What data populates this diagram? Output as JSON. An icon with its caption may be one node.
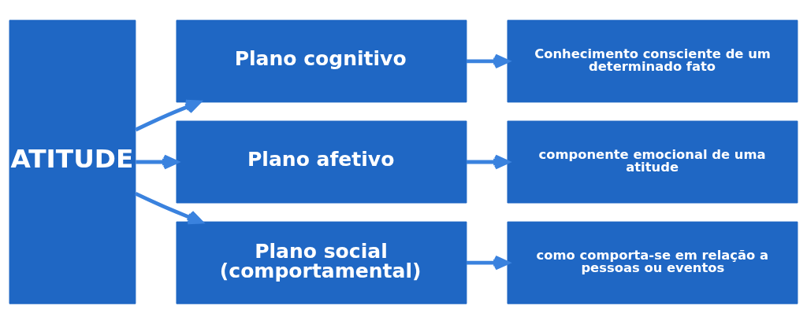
{
  "diagram": {
    "nodes": [
      {
        "text": [
          "ATITUDE"
        ]
      },
      {
        "text": [
          "Plano cognitivo"
        ]
      },
      {
        "text": [
          "Plano afetivo"
        ]
      },
      {
        "text": [
          "Plano social (comportamental)"
        ]
      },
      {
        "text": [
          "Conhecimento consciente de um determinado fato"
        ]
      },
      {
        "text": [
          "componente emocional de uma atitude"
        ]
      },
      {
        "text": [
          "como comporta-se em relação a pessoas ou eventos"
        ]
      }
    ],
    "edges": [
      {
        "from": 0,
        "to": 1,
        "arrow": "to"
      },
      {
        "from": 0,
        "to": 2,
        "arrow": "to"
      },
      {
        "from": 0,
        "to": 3,
        "arrow": "to"
      },
      {
        "from": 1,
        "to": 4,
        "arrow": "to"
      },
      {
        "from": 2,
        "to": 5,
        "arrow": "to"
      },
      {
        "from": 3,
        "to": 6,
        "arrow": "to"
      }
    ]
  }
}
